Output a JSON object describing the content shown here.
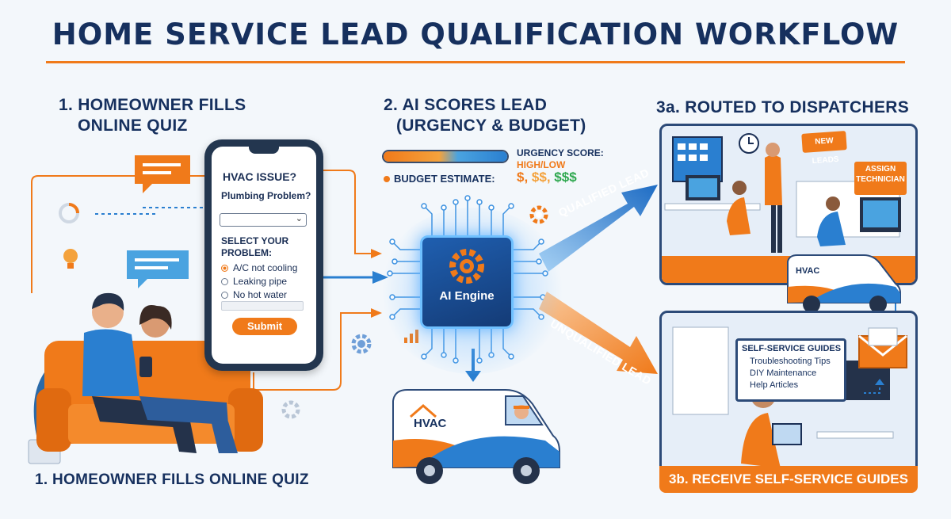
{
  "title": "HOME SERVICE LEAD QUALIFICATION WORKFLOW",
  "step1": {
    "line1": "1. HOMEOWNER FILLS",
    "line2": "ONLINE QUIZ"
  },
  "step1_footer": "1. HOMEOWNER FILLS ONLINE QUIZ",
  "phone": {
    "question1": "HVAC ISSUE?",
    "question2": "Plumbing Problem?",
    "select_prompt_1": "SELECT YOUR",
    "select_prompt_2": "PROBLEM:",
    "options": [
      "A/C not cooling",
      "Leaking pipe",
      "No hot water"
    ],
    "selected_option": "A/C not cooling",
    "submit_label": "Submit"
  },
  "step2": {
    "line1": "2.  AI SCORES LEAD",
    "line2": "(URGENCY & BUDGET)"
  },
  "scores": {
    "urgency_label": "URGENCY SCORE:",
    "urgency_value": "HIGH/LOW",
    "budget_label": "BUDGET ESTIMATE:",
    "budget_values": [
      "$,",
      "$$,",
      "$$$"
    ]
  },
  "engine": {
    "label": "AI Engine"
  },
  "arrows": {
    "qualified": "QUALIFIED LEAD",
    "unqualified": "UNQUALIFIED LEAD"
  },
  "step3a": {
    "title": "3a. ROUTED TO DISPATCHERS",
    "sign_new": "NEW LEADS",
    "sign_assign_1": "ASSIGN",
    "sign_assign_2": "TECHNICIAN"
  },
  "step3b": {
    "footer": "3b. RECEIVE SELF-SERVICE GUIDES",
    "guide_title": "SELF-SERVICE GUIDES",
    "guide_items": [
      "Troubleshooting Tips",
      "DIY Maintenance",
      "Help Articles"
    ]
  },
  "van_label": "HVAC",
  "colors": {
    "navy": "#16305e",
    "orange": "#f07a1a",
    "blue": "#2a7fd0",
    "green": "#2fa84f"
  },
  "icons": [
    "chat-bubble-icon",
    "lightbulb-icon",
    "gear-icon",
    "chart-icon",
    "clock-icon",
    "envelope-icon",
    "plant-icon"
  ]
}
